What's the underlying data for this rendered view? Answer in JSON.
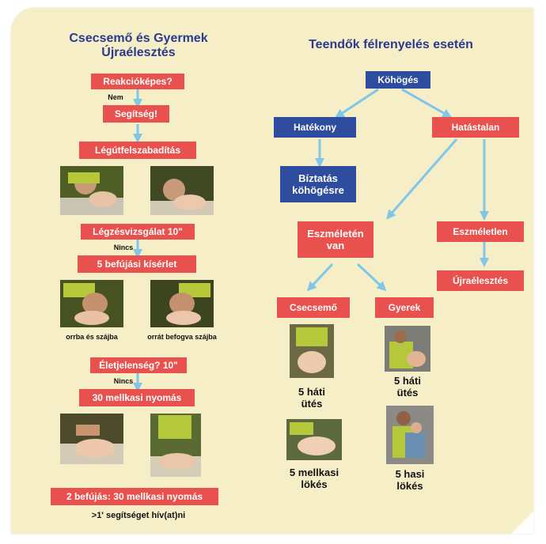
{
  "left": {
    "title_line1": "Csecsemő és Gyermek",
    "title_line2": "Újraélesztés",
    "reactive": "Reakcióképes?",
    "no": "Nem",
    "help": "Segítség!",
    "airway": "Légútfelszabadítás",
    "breath_check": "Légzésvizsgálat 10\"",
    "none1": "Nincs",
    "rescue_breaths": "5 befújási kísérlet",
    "mouth_nose": "orrba és szájba",
    "nose_closed": "orrát befogva szájba",
    "life_signs": "Életjelenség? 10\"",
    "none2": "Nincs",
    "compressions": "30 mellkasi nyomás",
    "cycle": "2 befújás: 30 mellkasi nyomás",
    "call_help": ">1' segítséget hív(at)ni"
  },
  "right": {
    "title": "Teendők félrenyelés esetén",
    "cough": "Köhögés",
    "effective": "Hatékony",
    "ineffective": "Hatástalan",
    "encourage": "Bíztatás köhögésre",
    "conscious": "Eszméletén van",
    "unconscious": "Eszméletlen",
    "cpr": "Újraélesztés",
    "infant": "Csecsemő",
    "child": "Gyerek",
    "back_blows": "5 háti ütés",
    "back_blows_child": "5 háti ütés",
    "chest_thrusts": "5 mellkasi lökés",
    "abdominal_thrusts": "5 hasi lökés"
  },
  "colors": {
    "red_box": "#e8514d",
    "blue_box": "#2f4d9e",
    "title": "#2b3a8f",
    "arrow": "#7ec7ea",
    "background": "#f6eec7"
  }
}
